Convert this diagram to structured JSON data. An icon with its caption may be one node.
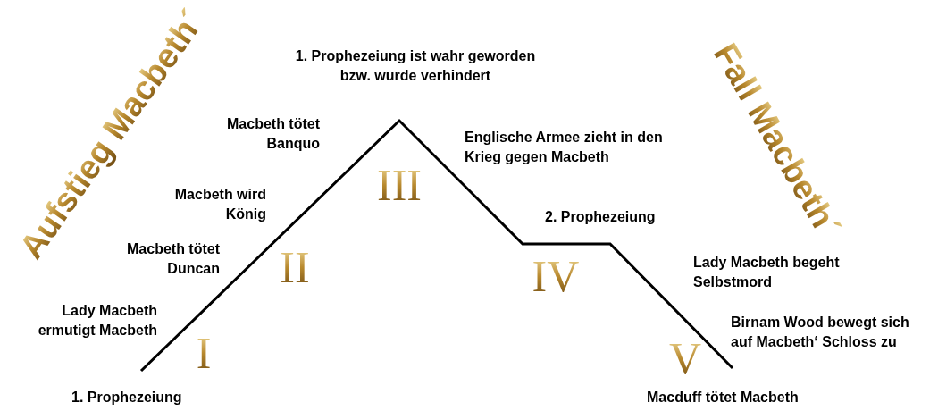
{
  "diagram": {
    "labels": [
      "Aufstieg Macbeth´",
      "1. Prophezeiung ist wahr geworden bzw. wurde verhindert",
      "Fall Macbeth´",
      "Macbeth tötet Banquo",
      "Englische Armee zieht in den Krieg gegen Macbeth",
      "III",
      "Macbeth wird König",
      "2. Prophezeiung",
      "Macbeth tötet Duncan",
      "II",
      "IV",
      "Lady Macbeth begeht Selbstmord",
      "Lady Macbeth ermutigt Macbeth",
      "Birnam Wood bewegt sich auf Macbeth‘ Schloss zu",
      "I",
      "V",
      "1. Prophezeiung",
      "Macduff tötet Macbeth"
    ]
  }
}
